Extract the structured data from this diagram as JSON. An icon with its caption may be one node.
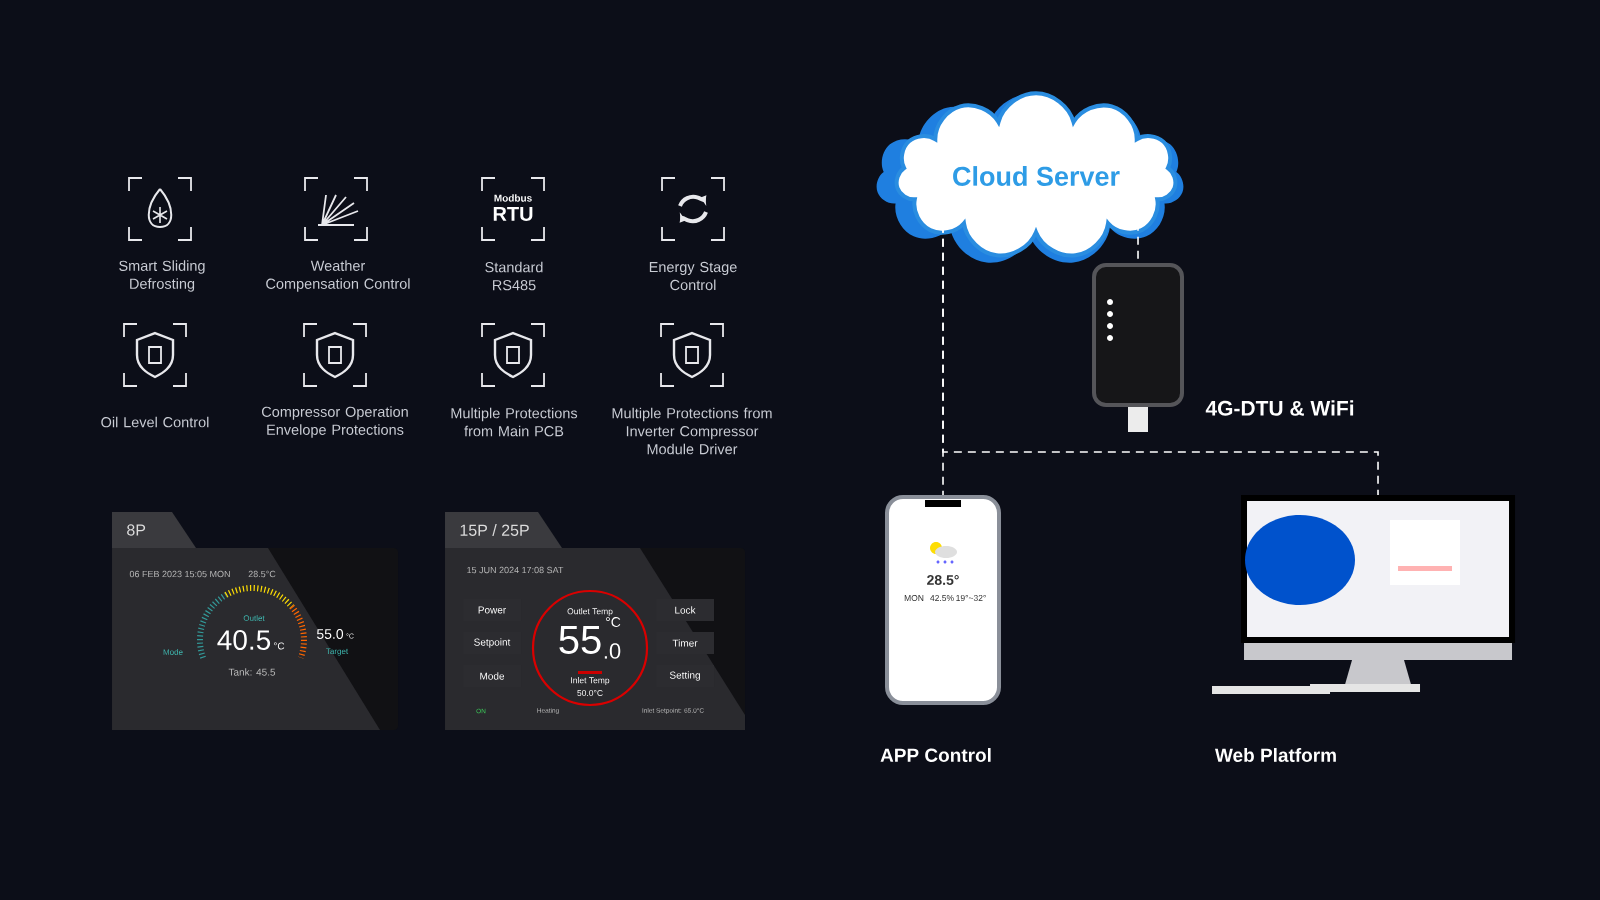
{
  "diagram": {
    "nodes": [
      {
        "text": [
          "Cloud Server"
        ]
      },
      {
        "text": [],
        "shape": "picture",
        "beside": [
          "4G-DTU & WiFi"
        ]
      },
      {
        "text": [],
        "shape": "picture",
        "beside": [
          "APP Control"
        ]
      },
      {
        "text": [],
        "shape": "picture",
        "beside": [
          "Web Platform"
        ]
      }
    ],
    "edges": [
      {
        "from": 0,
        "to": 1,
        "arrow": "none",
        "style": "dashed"
      },
      {
        "from": 0,
        "to": 2,
        "arrow": "none",
        "style": "dashed"
      },
      {
        "from": 0,
        "to": 3,
        "arrow": "none",
        "style": "dashed"
      }
    ],
    "labels": [
      "Modbus",
      "RTU",
      "Smart Sliding Defrosting",
      "Weather Compensation Control",
      "Standard RS485",
      "Energy Stage Control",
      "Oil Level Control",
      "Compressor Operation Envelope Protections",
      "Multiple Protections from Main PCB",
      "Multiple Protections from Inverter Compressor Module Driver",
      "8P",
      "15P / 25P",
      "06 FEB 2023 15:05 MON",
      "28.5°C",
      "Outlet",
      "40.5",
      "°C",
      "Mode",
      "55.0",
      "°C",
      "Target",
      "Tank: 45.5",
      "15 JUN 2024 17:08 SAT",
      "Power",
      "Outlet Temp",
      "Lock",
      "55",
      "°C",
      ".0",
      "Setpoint",
      "Timer",
      "Mode",
      "Inlet Temp",
      "Setting",
      "50.0°C",
      "ON",
      "Heating",
      "Inlet Setpoint: 65.0°C",
      "28.5°",
      "MON",
      "42.5%",
      "19°~32°"
    ]
  }
}
